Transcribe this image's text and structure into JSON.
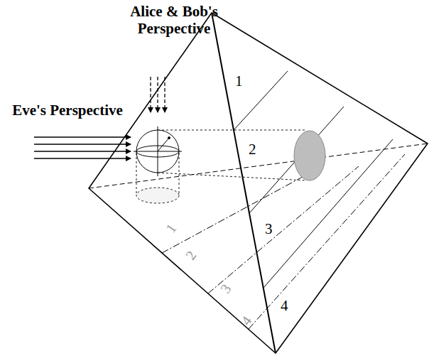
{
  "diagram": {
    "labels": [
      "Alice & Bob's Perspective",
      "Eve's Perspective",
      "1",
      "2",
      "3",
      "4",
      "1",
      "2",
      "3",
      "4"
    ]
  }
}
